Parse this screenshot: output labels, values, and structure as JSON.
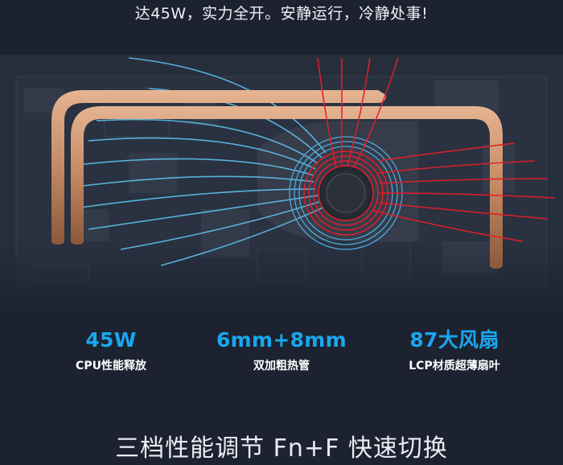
{
  "tagline": "达45W，实力全开。安静运行，冷静处事!",
  "specs": [
    {
      "value": "45W",
      "label": "CPU性能释放"
    },
    {
      "value": "6mm+8mm",
      "label": "双加粗热管"
    },
    {
      "value": "87大风扇",
      "label": "LCP材质超薄扇叶"
    }
  ],
  "headline": "三档性能调节 Fn+F 快速切换",
  "colors": {
    "background": "#1c2230",
    "accent_blue": "#19a7ee",
    "heat_red": "#e11e2a",
    "airflow_blue": "#5fc8f5",
    "heatpipe_copper": "#c9906a"
  }
}
